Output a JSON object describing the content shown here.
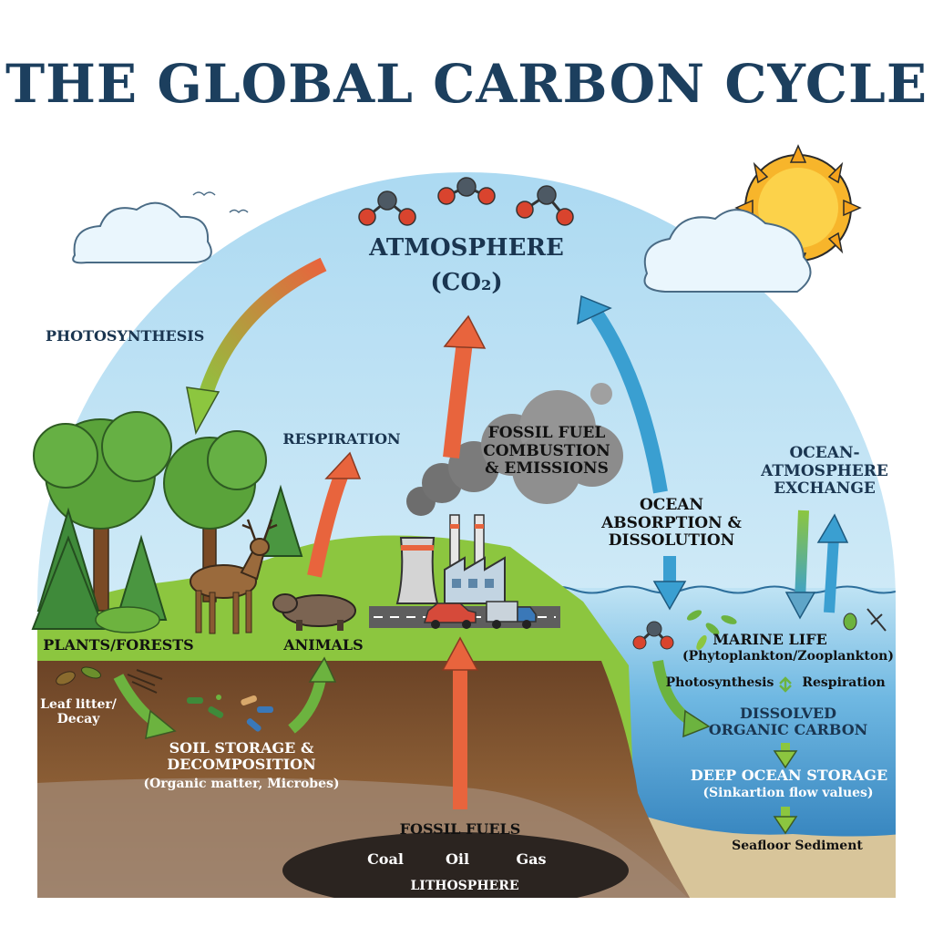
{
  "title": "THE GLOBAL CARBON CYCLE",
  "labels": {
    "atmosphere": "ATMOSPHERE",
    "co2": "(CO₂)",
    "photosynthesis": "PHOTOSYNTHESIS",
    "respiration": "RESPIRATION",
    "fossil_fuel_combustion": "FOSSIL FUEL\nCOMBUSTION\n& EMISSIONS",
    "ocean_absorption": "OCEAN\nABSORPTION &\nDISSOLUTION",
    "ocean_atmosphere_exchange": "OCEAN-\nATMOSPHERE\nEXCHANGE",
    "plants_forests": "PLANTS/FORESTS",
    "animals": "ANIMALS",
    "leaf_litter": "Leaf litter/\nDecay",
    "soil_storage": "SOIL STORAGE &\nDECOMPOSITION",
    "soil_storage_sub": "(Organic matter, Microbes)",
    "marine_life": "MARINE LIFE",
    "marine_life_sub": "(Phytoplankton/Zooplankton)",
    "marine_photosynthesis": "Photosynthesis",
    "marine_respiration": "Respiration",
    "dissolved_organic_carbon": "DISSOLVED\nORGANIC CARBON",
    "deep_ocean_storage": "DEEP OCEAN STORAGE",
    "deep_ocean_sub": "(Sinkartion flow values)",
    "seafloor_sediment": "Seafloor Sediment",
    "fossil_fuels": "FOSSIL FUELS",
    "coal": "Coal",
    "oil": "Oil",
    "gas": "Gas",
    "lithosphere": "LITHOSPHERE"
  },
  "colors": {
    "title": "#1c3f5e",
    "label": "#1a3550",
    "sky_top": "#a9d8f1",
    "sky_bottom": "#e8f5fb",
    "grass": "#8cc63f",
    "soil": "#7a5232",
    "ocean": "#4b9fd6",
    "deep_ocean": "#1e6fb0",
    "arrow_red": "#e8643d",
    "arrow_green": "#6cb33f",
    "arrow_blue": "#3a9fd1"
  }
}
